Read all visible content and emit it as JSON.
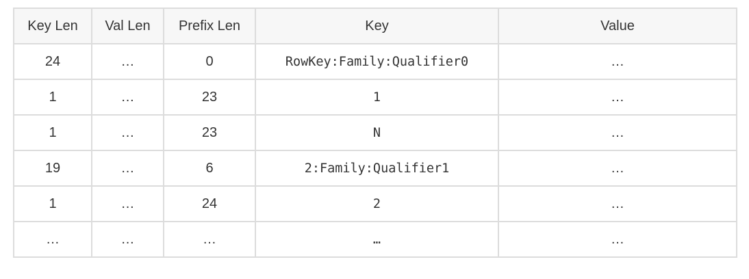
{
  "chart_data": {
    "type": "table",
    "columns": [
      "Key Len",
      "Val Len",
      "Prefix Len",
      "Key",
      "Value"
    ],
    "rows": [
      [
        "24",
        "…",
        "0",
        "RowKey:Family:Qualifier0",
        "…"
      ],
      [
        "1",
        "…",
        "23",
        "1",
        "…"
      ],
      [
        "1",
        "…",
        "23",
        "N",
        "…"
      ],
      [
        "19",
        "…",
        "6",
        "2:Family:Qualifier1",
        "…"
      ],
      [
        "1",
        "…",
        "24",
        "2",
        "…"
      ],
      [
        "…",
        "…",
        "…",
        "…",
        "…"
      ]
    ]
  },
  "colors": {
    "page_bg": "#ffffff",
    "header_bg": "#f7f7f7",
    "border": "#dcdcdc",
    "text": "#333333"
  }
}
